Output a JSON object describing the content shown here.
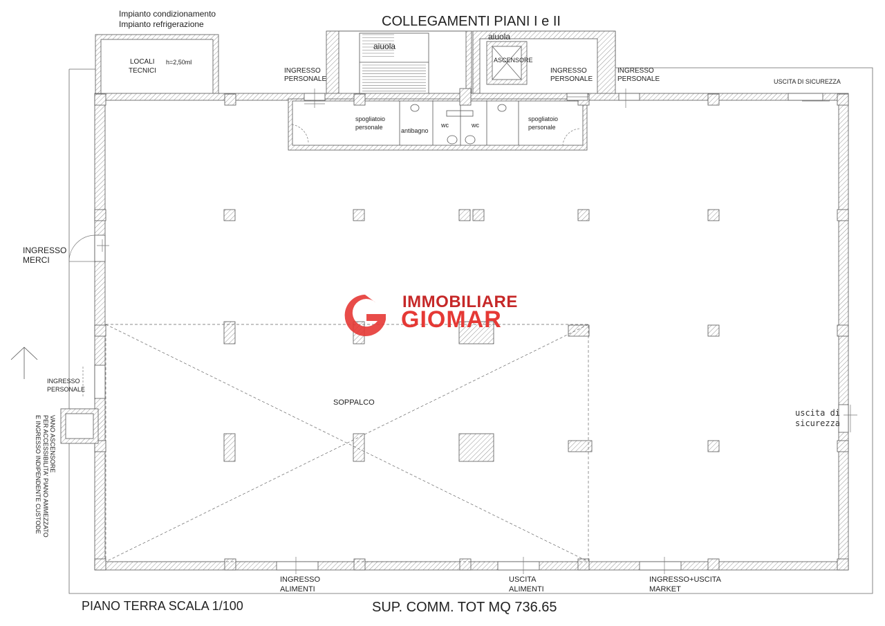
{
  "title": "COLLEGAMENTI PIANI I e II",
  "footer": {
    "left": "PIANO TERRA SCALA 1/100",
    "center": "SUP. COMM. TOT MQ 736.65"
  },
  "labels": {
    "impianto1": "Impianto condizionamento",
    "impianto2": "Impianto refrigerazione",
    "locali1": "LOCALI",
    "locali2": "TECNICI",
    "height": "h=2,50ml",
    "aiuola_left": "aiuola",
    "aiuola_right": "aiuola",
    "ascensore": "ASCENSORE",
    "ing_pers_1a": "INGRESSO",
    "ing_pers_1b": "PERSONALE",
    "ing_pers_2a": "INGRESSO",
    "ing_pers_2b": "PERSONALE",
    "ing_pers_3a": "INGRESSO",
    "ing_pers_3b": "PERSONALE",
    "ing_pers_4a": "INGRESSO",
    "ing_pers_4b": "PERSONALE",
    "uscita_top": "USCITA DI SICUREZZA",
    "spog_l1": "spogliatoio",
    "spog_l2": "personale",
    "spog_r1": "spogliatoio",
    "spog_r2": "personale",
    "antibagno": "antibagno",
    "wc1": "wc",
    "wc2": "wc",
    "merci1": "INGRESSO",
    "merci2": "MERCI",
    "soppalco": "SOPPALCO",
    "uscita_right1": "uscita di",
    "uscita_right2": "sicurezza",
    "vano1": "VANO ASCENSORE",
    "vano2": "PER ACCESSIBILITA' PIANO AMMEZZATO",
    "vano3": "E INGRESSO INDIPENDENTE CUSTODE",
    "ing_alim1": "INGRESSO",
    "ing_alim2": "ALIMENTI",
    "usc_alim1": "USCITA",
    "usc_alim2": "ALIMENTI",
    "market1": "INGRESSO+USCITA",
    "market2": "MARKET"
  },
  "logo": {
    "line1": "IMMOBILIARE",
    "line2": "GIOMAR",
    "color": "#e53935"
  },
  "colors": {
    "line": "#555555",
    "hatch": "#777777"
  }
}
